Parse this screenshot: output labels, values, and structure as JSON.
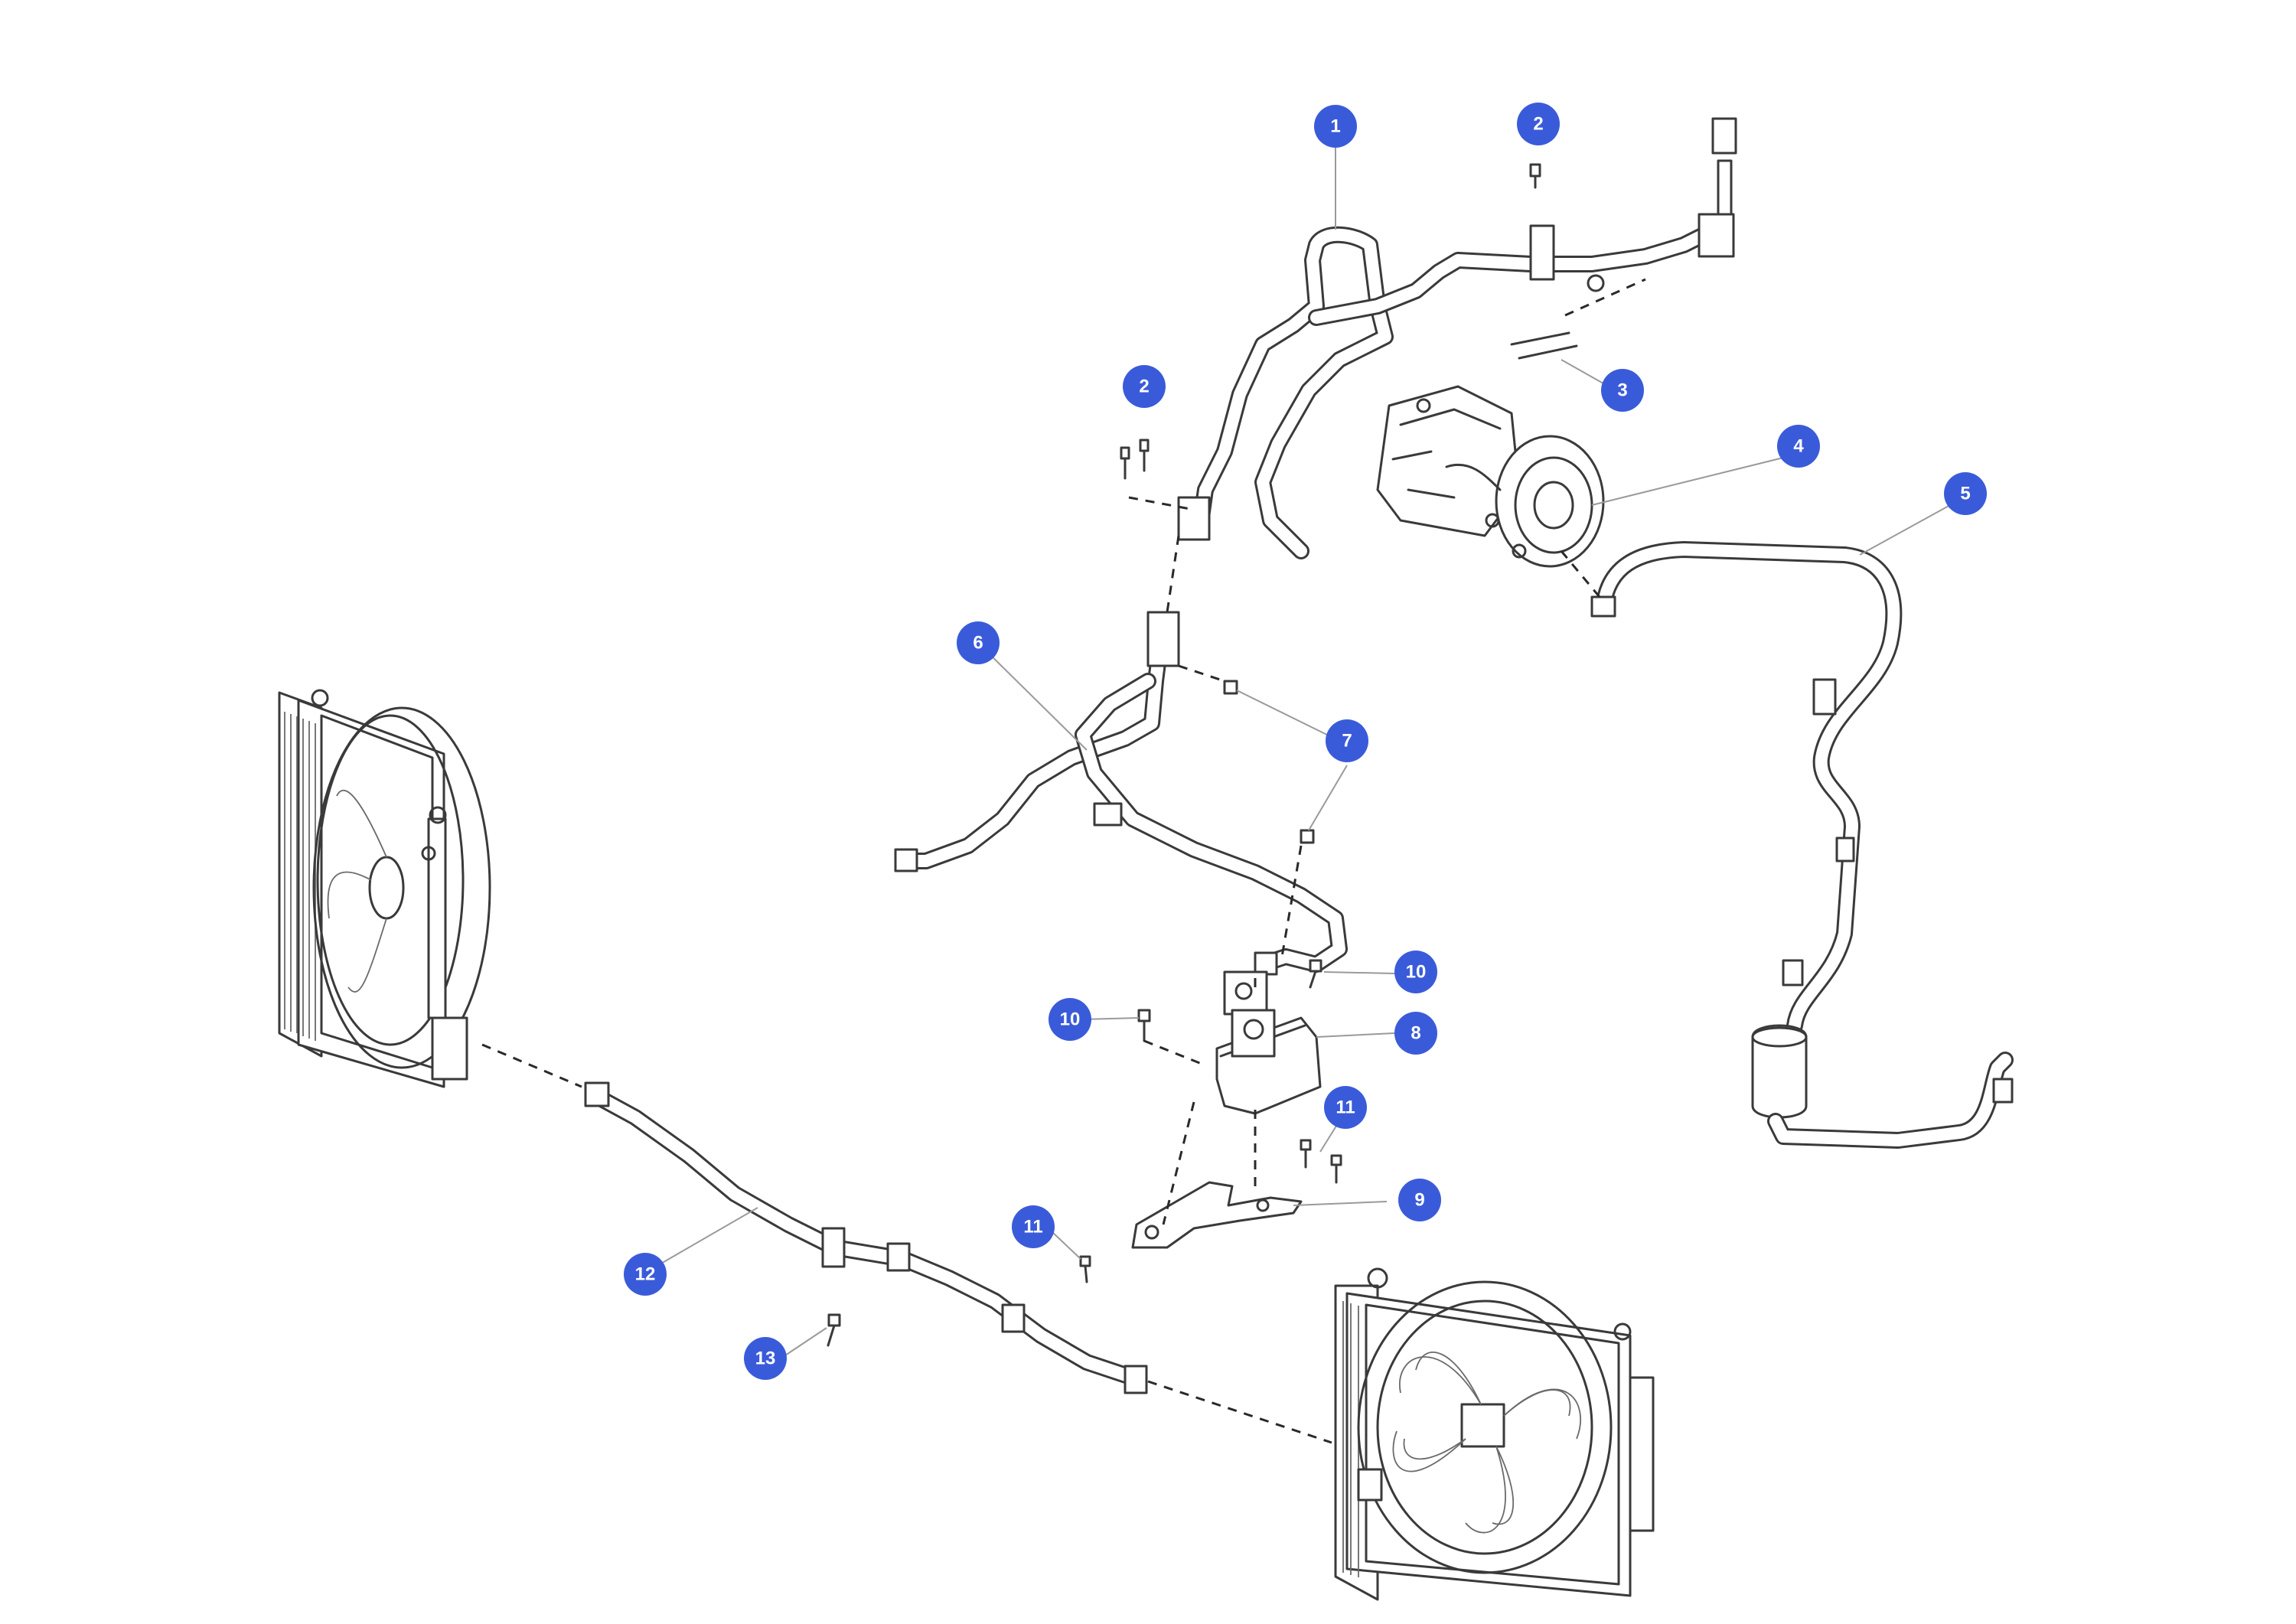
{
  "callouts": [
    {
      "id": "c1",
      "label": "1"
    },
    {
      "id": "c2a",
      "label": "2"
    },
    {
      "id": "c2b",
      "label": "2"
    },
    {
      "id": "c3",
      "label": "3"
    },
    {
      "id": "c4",
      "label": "4"
    },
    {
      "id": "c5",
      "label": "5"
    },
    {
      "id": "c6",
      "label": "6"
    },
    {
      "id": "c7",
      "label": "7"
    },
    {
      "id": "c8",
      "label": "8"
    },
    {
      "id": "c9",
      "label": "9"
    },
    {
      "id": "c10a",
      "label": "10"
    },
    {
      "id": "c10b",
      "label": "10"
    },
    {
      "id": "c11a",
      "label": "11"
    },
    {
      "id": "c11b",
      "label": "11"
    },
    {
      "id": "c12",
      "label": "12"
    },
    {
      "id": "c13",
      "label": "13"
    }
  ],
  "colors": {
    "callout": "#3a5bd9",
    "line": "#3a3a3a"
  }
}
